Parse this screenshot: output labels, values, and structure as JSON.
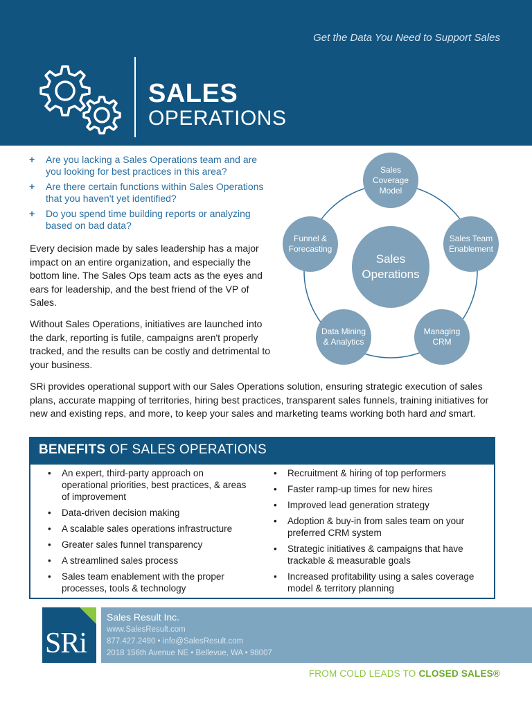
{
  "header": {
    "tagline": "Get the Data You Need to Support Sales",
    "title_line1": "SALES",
    "title_line2": "OPERATIONS"
  },
  "questions": [
    "Are you lacking a Sales Operations team and are you looking for best practices in this area?",
    "Are there certain functions within Sales Operations that you haven't yet identified?",
    "Do you spend time building reports or analyzing based on bad data?"
  ],
  "question_marker": "+",
  "paragraphs": {
    "p1": "Every decision made by sales leadership has a major impact on an entire organization, and especially the bottom line. The Sales Ops team acts as the eyes and ears for leadership, and the best friend of the VP of Sales.",
    "p2": "Without Sales Operations, initiatives are launched into the dark, reporting is futile, campaigns aren't properly tracked, and the results can be costly and detrimental to your business.",
    "p3_main": "SRi provides operational support with our Sales Operations solution, ensuring strategic execution of sales plans, accurate mapping of territories, hiring best practices, transparent sales funnels, training initiatives for new and existing reps, and more, to keep your sales and marketing teams working both hard ",
    "p3_em": "and",
    "p3_end": " smart."
  },
  "diagram": {
    "center": "Sales Operations",
    "nodes": {
      "top": "Sales Coverage Model",
      "right": "Sales Team Enablement",
      "bottom_right": "Managing CRM",
      "bottom_left": "Data Mining & Analytics",
      "left": "Funnel & Forecasting"
    },
    "node_color": "#7fa1b9",
    "ring_color": "#2f6f98"
  },
  "benefits": {
    "title_bold": "BENEFITS",
    "title_rest": " OF SALES OPERATIONS",
    "left": [
      "An expert, third-party approach on operational priorities, best practices, & areas of improvement",
      "Data-driven decision making",
      "A scalable sales operations infrastructure",
      "Greater sales funnel transparency",
      "A streamlined sales process",
      "Sales team enablement with the proper processes, tools & technology"
    ],
    "right": [
      "Recruitment & hiring of top performers",
      "Faster ramp-up times for new hires",
      "Improved lead generation strategy",
      "Adoption & buy-in from sales team on your preferred CRM system",
      "Strategic initiatives & campaigns that have trackable & measurable goals",
      "Increased profitability using a sales coverage model & territory planning"
    ]
  },
  "footer": {
    "logo_text": "SRi",
    "company": "Sales Result Inc.",
    "website": "www.SalesResult.com",
    "phone_email": "877.427.2490 • info@SalesResult.com",
    "address": "2018 156th Avenue NE • Bellevue, WA • 98007",
    "slogan_plain": "FROM COLD LEADS TO ",
    "slogan_bold": "CLOSED SALES®"
  },
  "colors": {
    "brand_blue": "#125480",
    "light_blue": "#7fa6c0",
    "accent_green": "#8dc63f",
    "question_blue": "#2a6fa1"
  }
}
